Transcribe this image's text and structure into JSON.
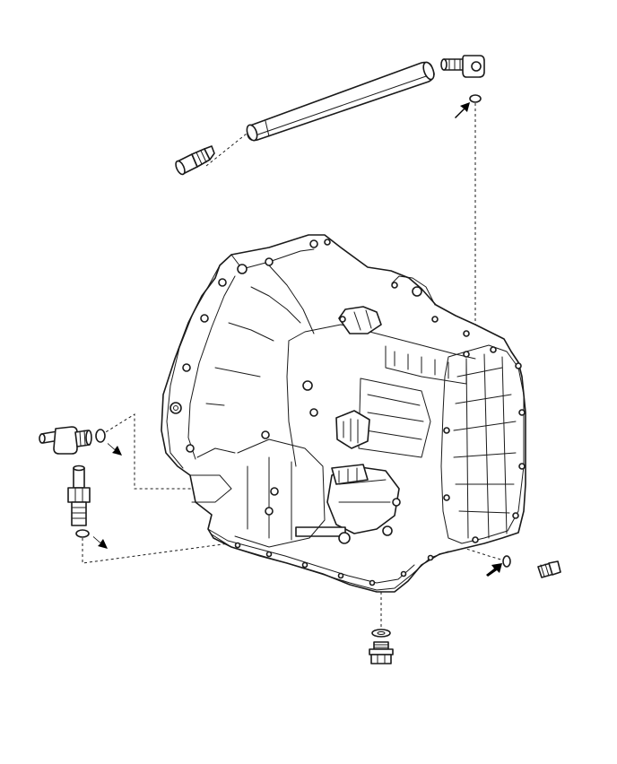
{
  "diagram": {
    "type": "exploded-parts-illustration",
    "colors": {
      "line": "#1a1a1a",
      "background": "#ffffff",
      "arrow": "#000000"
    },
    "parts": [
      "transaxle-assembly",
      "breather-hose",
      "breather-plug-union",
      "elbow-union",
      "o-ring-top",
      "oil-cooler-union-elbow",
      "o-ring-left-upper",
      "oil-cooler-union-straight",
      "o-ring-left-lower",
      "o-ring-right",
      "plug-right",
      "gasket-drain",
      "drain-plug"
    ],
    "arrow_icons": [
      "arrow-top",
      "arrow-left-upper",
      "arrow-left-lower",
      "arrow-right"
    ]
  }
}
